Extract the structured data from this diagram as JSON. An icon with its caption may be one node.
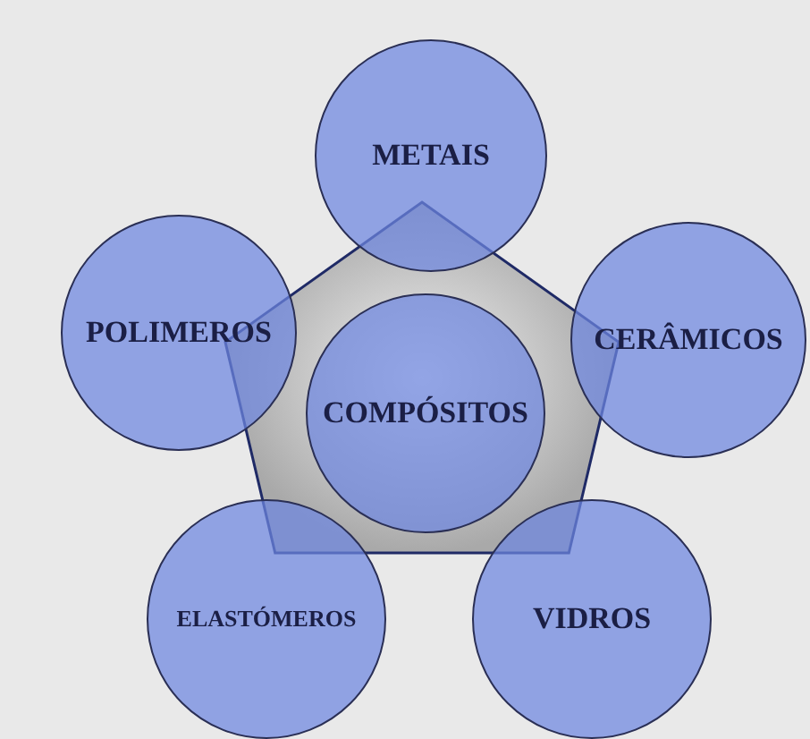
{
  "diagram": {
    "nodes": [
      {
        "text": [],
        "shape": "pentagon"
      },
      {
        "text": [
          "METAIS"
        ]
      },
      {
        "text": [
          "POLIMEROS"
        ]
      },
      {
        "text": [
          "COMPÓSITOS"
        ],
        "in": 0
      },
      {
        "text": [
          "CERÂMICOS"
        ]
      },
      {
        "text": [
          "ELASTÓMEROS"
        ]
      },
      {
        "text": [
          "VIDROS"
        ]
      }
    ]
  }
}
